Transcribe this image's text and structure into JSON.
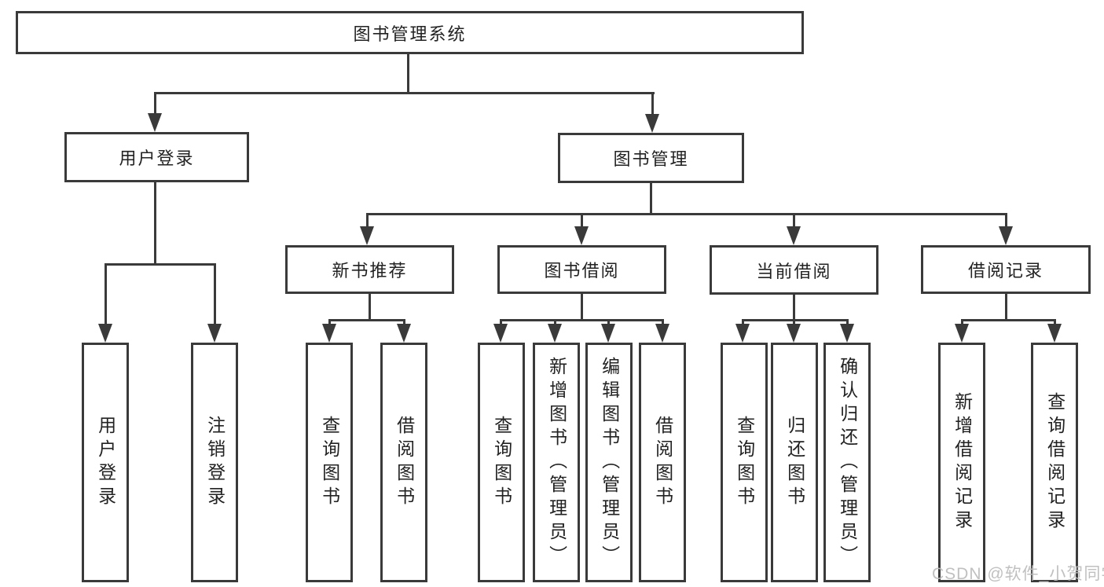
{
  "tree": {
    "label": "图书管理系统",
    "children": [
      {
        "label": "用户登录",
        "children": [
          {
            "label": "用户登录"
          },
          {
            "label": "注销登录"
          }
        ]
      },
      {
        "label": "图书管理",
        "children": [
          {
            "label": "新书推荐",
            "children": [
              {
                "label": "查询图书"
              },
              {
                "label": "借阅图书"
              }
            ]
          },
          {
            "label": "图书借阅",
            "children": [
              {
                "label": "查询图书"
              },
              {
                "label": "新增图书（管理员）"
              },
              {
                "label": "编辑图书（管理员）"
              },
              {
                "label": "借阅图书"
              }
            ]
          },
          {
            "label": "当前借阅",
            "children": [
              {
                "label": "查询图书"
              },
              {
                "label": "归还图书"
              },
              {
                "label": "确认归还（管理员）"
              }
            ]
          },
          {
            "label": "借阅记录",
            "children": [
              {
                "label": "新增借阅记录"
              },
              {
                "label": "查询借阅记录"
              }
            ]
          }
        ]
      }
    ]
  },
  "watermark": {
    "text": "CSDN @软件_小贺同学"
  },
  "colors": {
    "line": "#3a3a3a",
    "text": "#222222",
    "watermark": "#bdbdbd",
    "background": "#ffffff"
  }
}
